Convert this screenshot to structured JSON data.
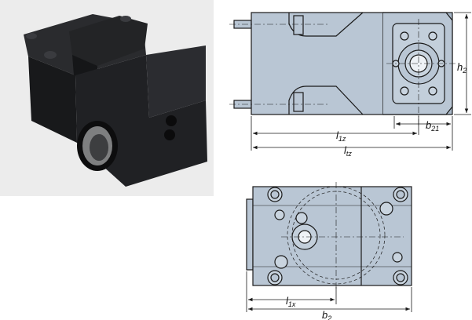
{
  "photo": {
    "alt": "Product photo of tool holder block"
  },
  "side_view": {
    "dim_l1z": {
      "base": "l",
      "sub": "1z"
    },
    "dim_ltz": {
      "base": "l",
      "sub": "tz"
    },
    "dim_b21": {
      "base": "b",
      "sub": "21"
    },
    "dim_h2": {
      "base": "h",
      "sub": "2"
    }
  },
  "top_view": {
    "dim_l1x": {
      "base": "l",
      "sub": "1x"
    },
    "dim_b2": {
      "base": "b",
      "sub": "2"
    }
  },
  "colors": {
    "part_fill": "#b9c6d4",
    "part_fill_dark": "#a9b8c8",
    "line": "#1a1a1a",
    "photo_bg": "#ececec",
    "photo_body": "#1c1d1f"
  }
}
